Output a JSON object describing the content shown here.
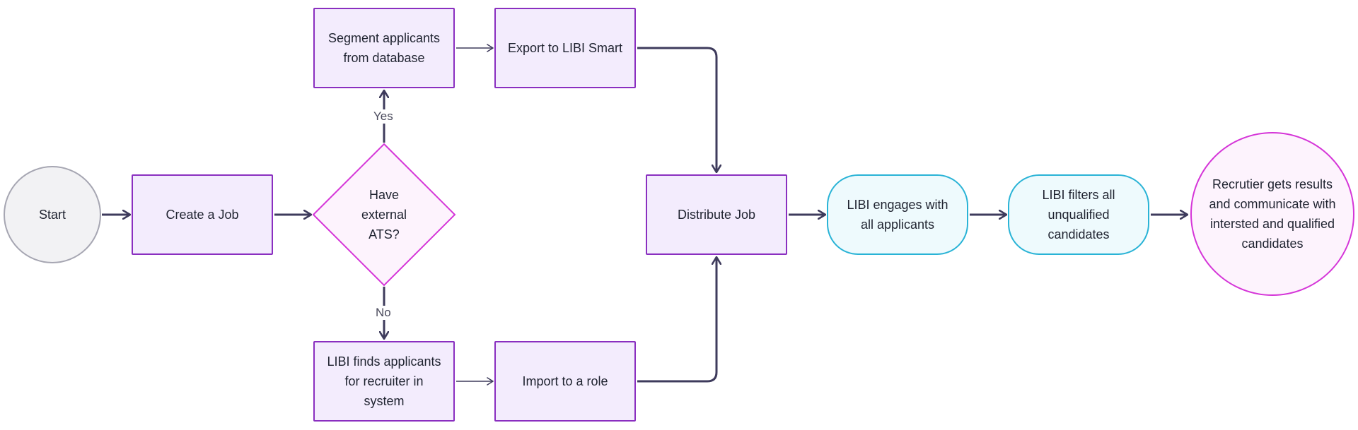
{
  "colors": {
    "rect_fill": "#f3ecfd",
    "rect_border": "#8a2fc0",
    "pill_fill": "#eefafd",
    "pill_border": "#29b3d6",
    "start_fill": "#f2f2f4",
    "start_border": "#a6a6b2",
    "end_fill": "#fdf3fd",
    "end_border": "#d535d8",
    "diamond_border": "#d535d8",
    "connector": "#3e3b5c"
  },
  "nodes": {
    "start": "Start",
    "create_job": "Create a Job",
    "decision": "Have\nexternal\nATS?",
    "segment": "Segment applicants\nfrom database",
    "export": "Export to LIBI Smart",
    "finds": "LIBI finds applicants\nfor recruiter in\nsystem",
    "import_role": "Import to a role",
    "distribute": "Distribute Job",
    "engages": "LIBI engages with\nall applicants",
    "filters": "LIBI filters all\nunqualified\ncandidates",
    "end": "Recrutier gets results\nand communicate with\nintersted and qualified\ncandidates"
  },
  "edge_labels": {
    "yes": "Yes",
    "no": "No"
  }
}
